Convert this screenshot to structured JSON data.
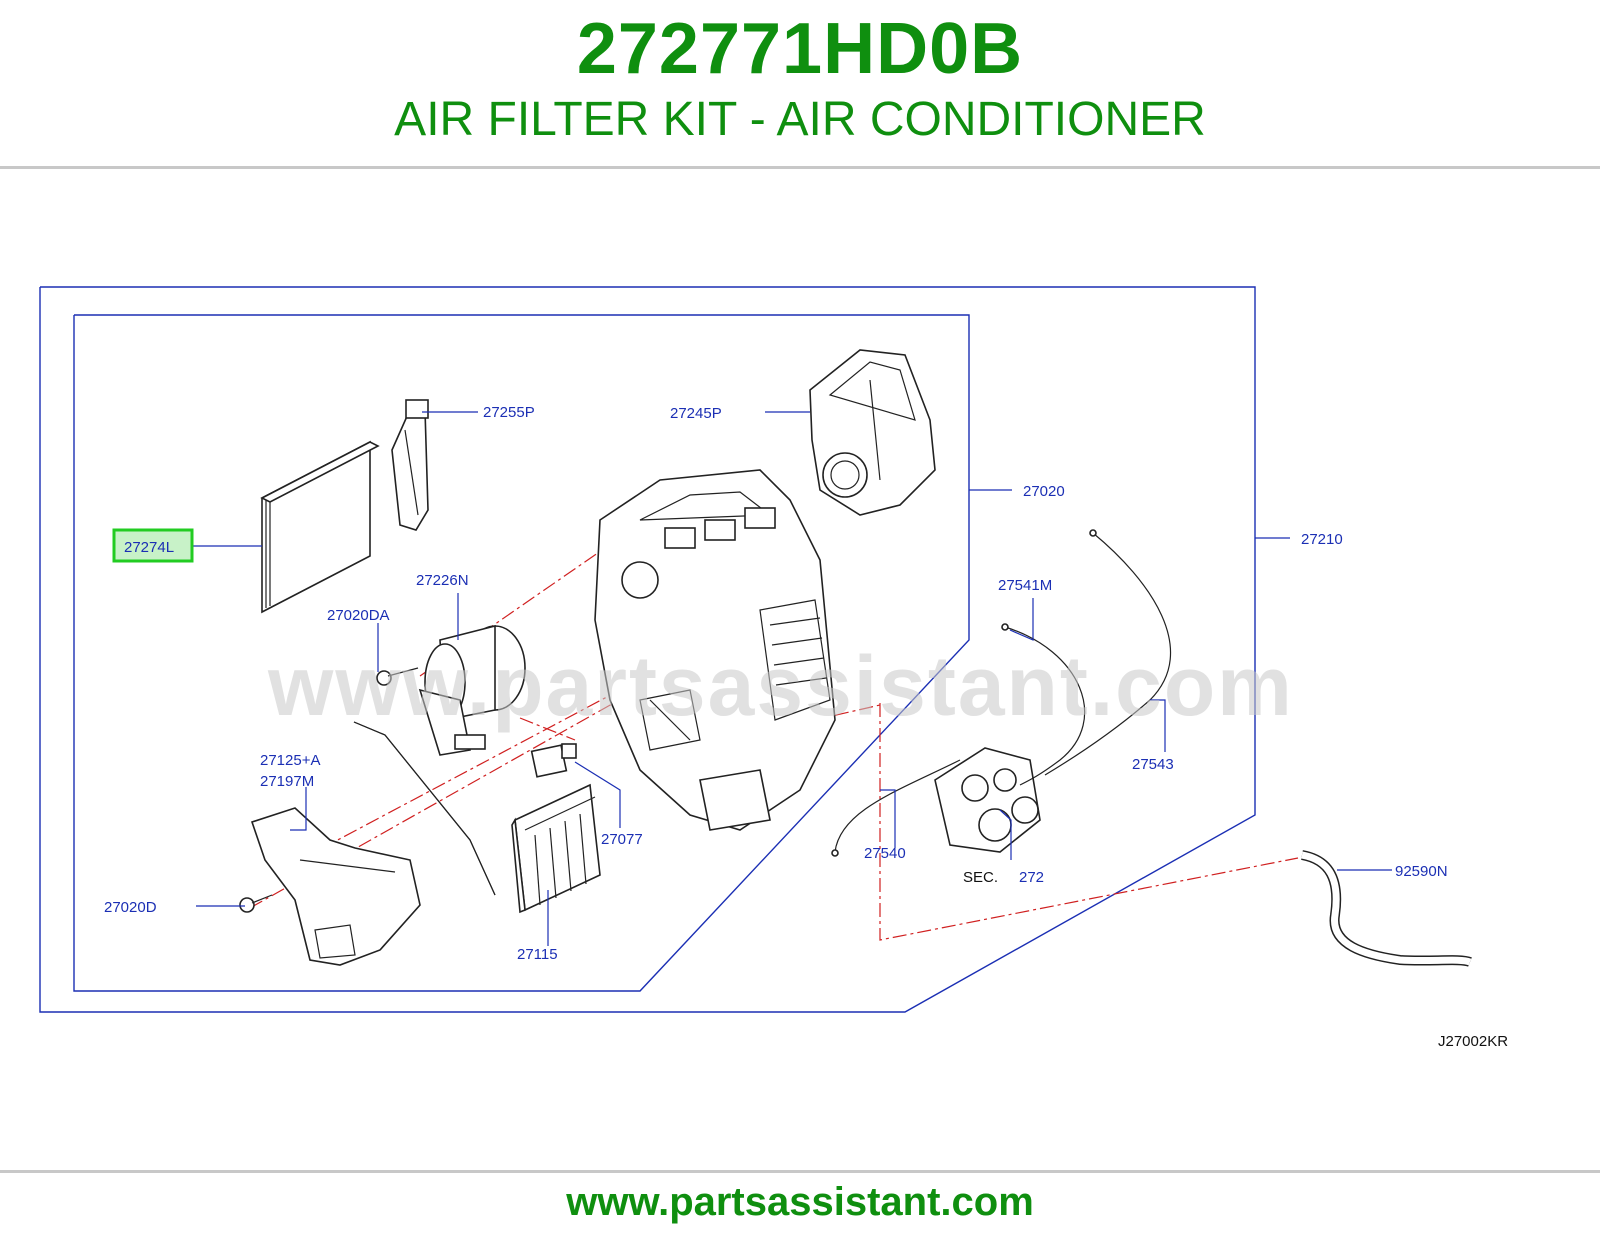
{
  "header": {
    "part_number": "272771HD0B",
    "description": "AIR FILTER KIT - AIR CONDITIONER"
  },
  "diagram": {
    "watermark": "www.partsassistant.com",
    "callouts": {
      "c27274L": "27274L",
      "c27255P": "27255P",
      "c27245P": "27245P",
      "c27020": "27020",
      "c27210": "27210",
      "c27226N": "27226N",
      "c27020DA": "27020DA",
      "c27541M": "27541M",
      "c27543": "27543",
      "c27125A": "27125+A",
      "c27197M": "27197M",
      "c27077": "27077",
      "c27540": "27540",
      "c27020D": "27020D",
      "c27115": "27115",
      "sec_prefix": "SEC.",
      "sec_number": "272",
      "c92590N": "92590N"
    },
    "drawing_code": "J27002KR",
    "highlight_color": "#22cc22"
  },
  "footer": {
    "url": "www.partsassistant.com"
  }
}
